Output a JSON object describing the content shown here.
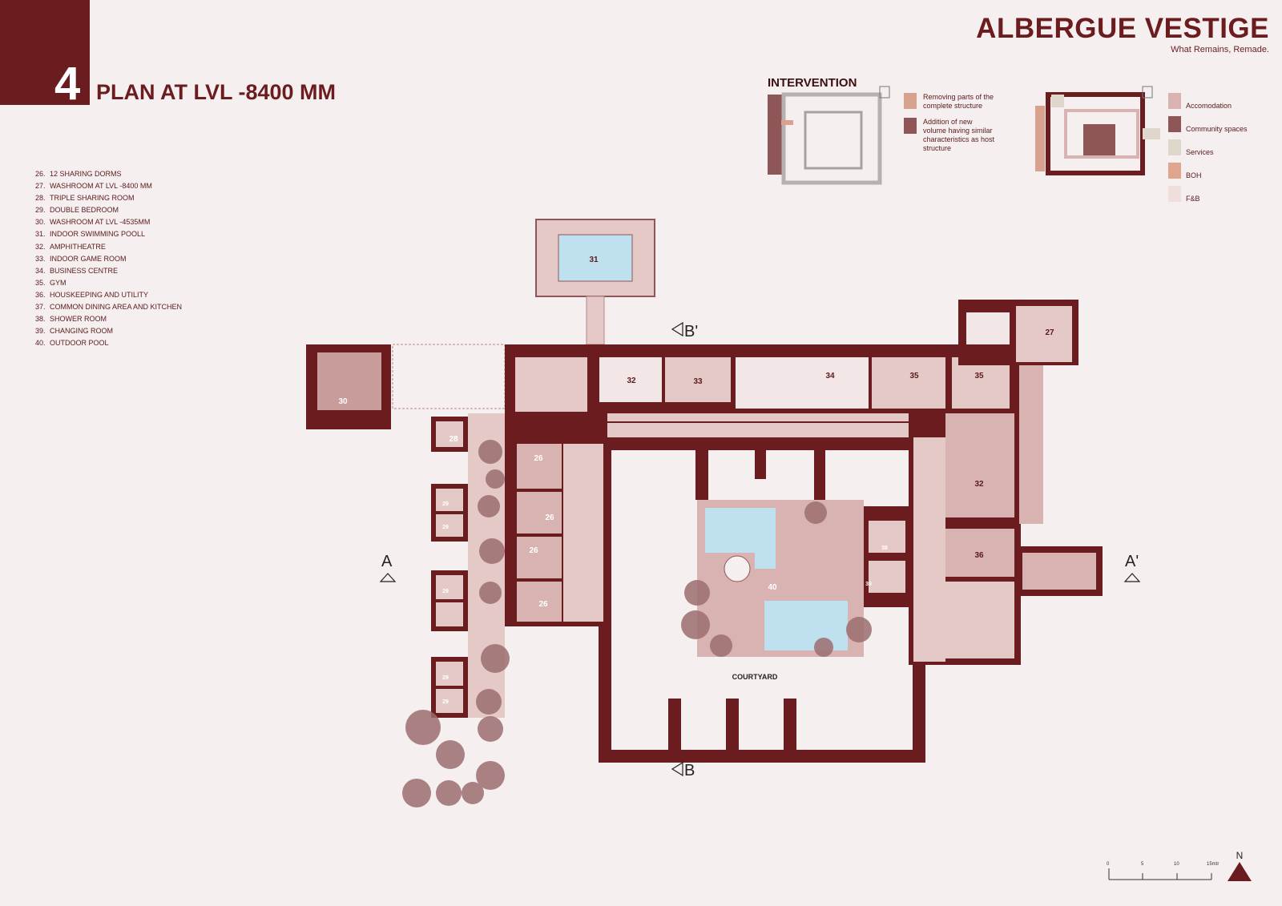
{
  "sheet": {
    "number": "4",
    "title": "PLAN AT LVL -8400 MM"
  },
  "brand": {
    "title": "ALBERGUE VESTIGE",
    "tagline": "What Remains, Remade."
  },
  "legend": [
    {
      "num": "26.",
      "label": "12 SHARING DORMS"
    },
    {
      "num": "27.",
      "label": "WASHROOM AT LVL -8400 MM"
    },
    {
      "num": "28.",
      "label": "TRIPLE SHARING ROOM"
    },
    {
      "num": "29.",
      "label": "DOUBLE BEDROOM"
    },
    {
      "num": "30.",
      "label": "WASHROOM AT LVL -4535MM"
    },
    {
      "num": "31.",
      "label": "INDOOR SWIMMING POOLL"
    },
    {
      "num": "32.",
      "label": "AMPHITHEATRE"
    },
    {
      "num": "33.",
      "label": "INDOOR GAME ROOM"
    },
    {
      "num": "34.",
      "label": "BUSINESS CENTRE"
    },
    {
      "num": "35.",
      "label": "GYM"
    },
    {
      "num": "36.",
      "label": "HOUSKEEPING AND UTILITY"
    },
    {
      "num": "37.",
      "label": "COMMON DINING AREA AND KITCHEN"
    },
    {
      "num": "38.",
      "label": "SHOWER ROOM"
    },
    {
      "num": "39.",
      "label": "CHANGING ROOM"
    },
    {
      "num": "40.",
      "label": "OUTDOOR POOL"
    }
  ],
  "intervention": {
    "title": "INTERVENTION",
    "keys": [
      {
        "label_lines": [
          "Removing parts of the",
          "complete structure"
        ],
        "color": "#d9a28f"
      },
      {
        "label_lines": [
          "Addition of new",
          "volume having similar",
          "characteristics as host",
          "structure"
        ],
        "color": "#8e5657"
      }
    ]
  },
  "zoning": [
    {
      "label": "Accomodation",
      "color": "#d9b3b1"
    },
    {
      "label": "Community spaces",
      "color": "#8e5657"
    },
    {
      "label": "Services",
      "color": "#e0d7cc"
    },
    {
      "label": "BOH",
      "color": "#dfa58f"
    },
    {
      "label": "F&B",
      "color": "#f0dedd"
    }
  ],
  "plan_labels": {
    "r31": "31",
    "r27": "27",
    "r28": "28",
    "r30": "30",
    "r32a": "32",
    "r33": "33",
    "r34": "34",
    "r35a": "35",
    "r35b": "35",
    "r32b": "32",
    "r36": "36",
    "r40": "40",
    "r26a": "26",
    "r26b": "26",
    "r26c": "26",
    "r26d": "26",
    "r29a": "29",
    "r29b": "29",
    "r29c": "29",
    "r29d": "29",
    "r29e": "29",
    "r38": "38",
    "r39": "39",
    "courtyard": "COURTYARD"
  },
  "sections": {
    "a": "A",
    "a_prime": "A'",
    "b": "B",
    "b_prime": "B'"
  },
  "scale_bar": {
    "ticks": [
      "0",
      "5",
      "10",
      "15mtr"
    ]
  },
  "north": "N",
  "colors": {
    "wall": "#6b1c1f",
    "floor": "#e5c9c7",
    "room": "#d9b3b1",
    "pool": "#bfe0ee",
    "tree": "#9c6e70"
  }
}
